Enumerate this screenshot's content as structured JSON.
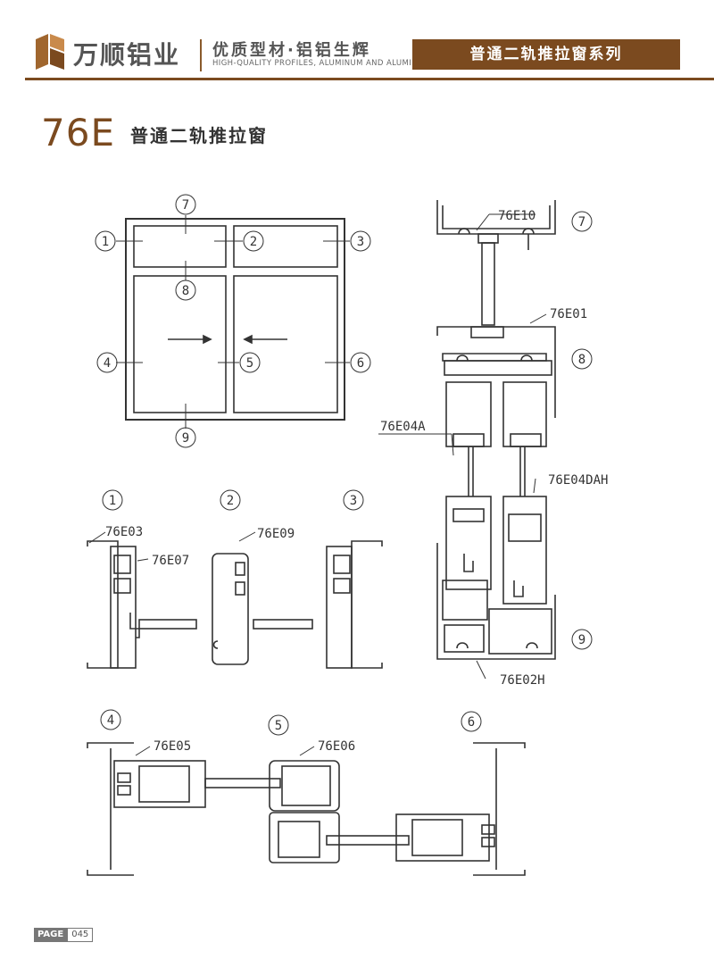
{
  "header": {
    "brand": "万顺铝业",
    "slogan": "优质型材·铝铝生辉",
    "slogan_en": "HIGH-QUALITY PROFILES, ALUMINUM AND ALUMINUM",
    "series": "普通二轨推拉窗系列"
  },
  "title": {
    "model": "76E",
    "name": "普通二轨推拉窗"
  },
  "callouts": [
    "1",
    "2",
    "3",
    "4",
    "5",
    "6",
    "7",
    "8",
    "9"
  ],
  "labels": {
    "p76E10": "76E10",
    "p76E01": "76E01",
    "p76E04A": "76E04A",
    "p76E04DAH": "76E04DAH",
    "p76E02H": "76E02H",
    "p76E03": "76E03",
    "p76E07": "76E07",
    "p76E09": "76E09",
    "p76E05": "76E05",
    "p76E06": "76E06"
  },
  "footer": {
    "page_label": "PAGE",
    "page_number": "045"
  },
  "colors": {
    "accent": "#7b4a1f",
    "line": "#333333"
  }
}
